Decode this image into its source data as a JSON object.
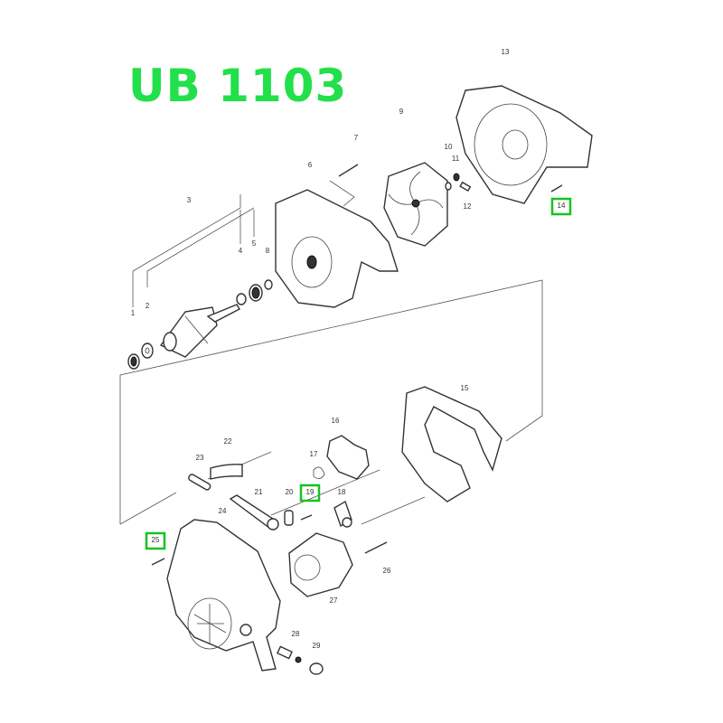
{
  "title": "UB 1103",
  "accent_color": "#22e04a",
  "parts": [
    {
      "no": "1",
      "highlighted": false
    },
    {
      "no": "2",
      "highlighted": false
    },
    {
      "no": "3",
      "highlighted": false
    },
    {
      "no": "4",
      "highlighted": false
    },
    {
      "no": "5",
      "highlighted": false
    },
    {
      "no": "6",
      "highlighted": false
    },
    {
      "no": "7",
      "highlighted": false
    },
    {
      "no": "8",
      "highlighted": false
    },
    {
      "no": "9",
      "highlighted": false
    },
    {
      "no": "10",
      "highlighted": false
    },
    {
      "no": "11",
      "highlighted": false
    },
    {
      "no": "12",
      "highlighted": false
    },
    {
      "no": "13",
      "highlighted": false
    },
    {
      "no": "14",
      "highlighted": true
    },
    {
      "no": "15",
      "highlighted": false
    },
    {
      "no": "16",
      "highlighted": false
    },
    {
      "no": "17",
      "highlighted": false
    },
    {
      "no": "18",
      "highlighted": false
    },
    {
      "no": "19",
      "highlighted": true
    },
    {
      "no": "20",
      "highlighted": false
    },
    {
      "no": "21",
      "highlighted": false
    },
    {
      "no": "22",
      "highlighted": false
    },
    {
      "no": "23",
      "highlighted": false
    },
    {
      "no": "24",
      "highlighted": false
    },
    {
      "no": "25",
      "highlighted": true
    },
    {
      "no": "26",
      "highlighted": false
    },
    {
      "no": "27",
      "highlighted": false
    },
    {
      "no": "28",
      "highlighted": false
    },
    {
      "no": "29",
      "highlighted": false
    }
  ]
}
